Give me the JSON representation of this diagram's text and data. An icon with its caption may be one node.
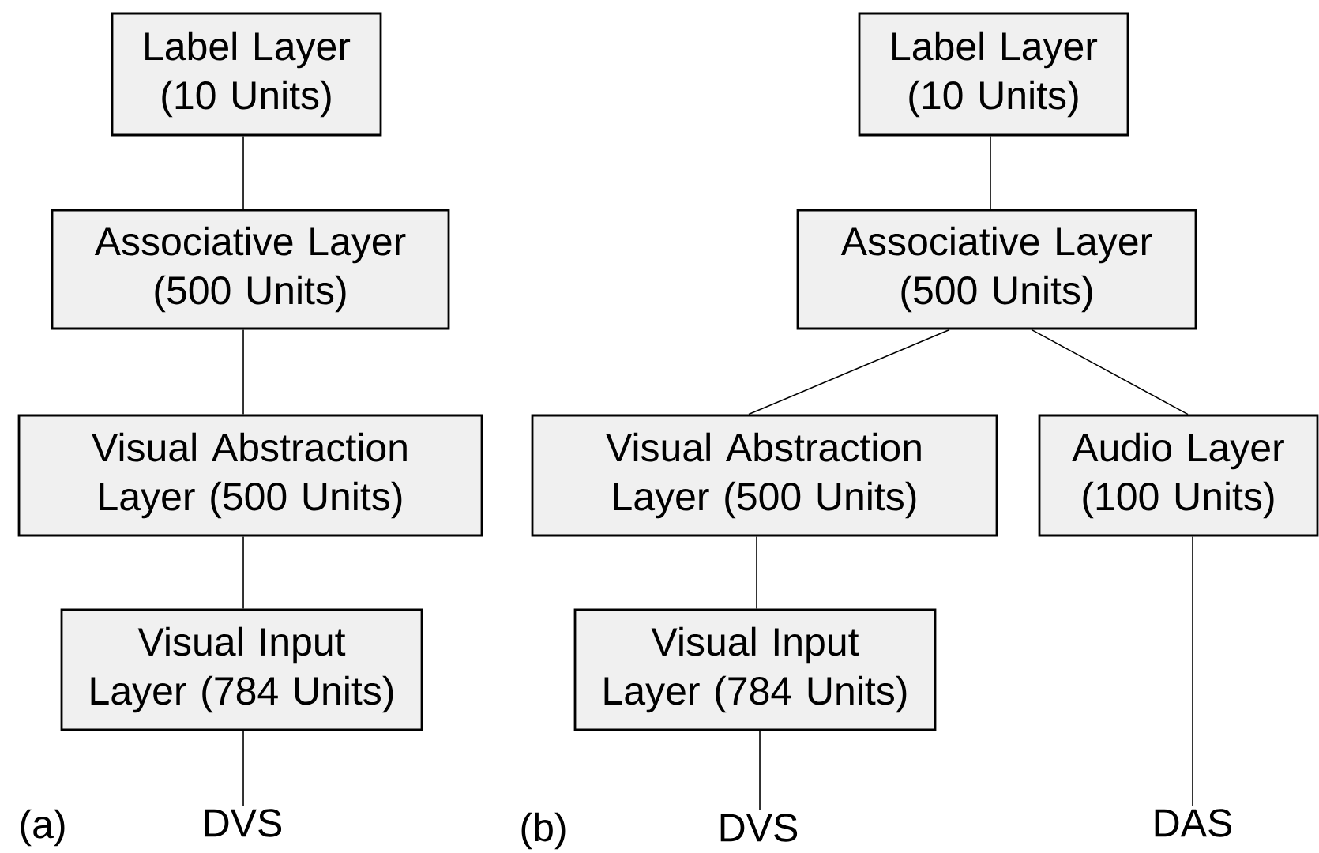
{
  "diagram": {
    "nodes": [
      {
        "text": [
          "Label Layer (10 Units)"
        ]
      },
      {
        "text": [
          "Associative Layer (500 Units)"
        ]
      },
      {
        "text": [
          "Visual Abstraction Layer (500 Units)"
        ]
      },
      {
        "text": [
          "Visual Input Layer (784 Units)"
        ]
      },
      {
        "text": [
          "DVS"
        ]
      },
      {
        "text": [
          "Label Layer (10 Units)"
        ]
      },
      {
        "text": [
          "Associative Layer (500 Units)"
        ]
      },
      {
        "text": [
          "Visual Abstraction Layer (500 Units)"
        ]
      },
      {
        "text": [
          "Audio Layer (100 Units)"
        ]
      },
      {
        "text": [
          "Visual Input Layer (784 Units)"
        ]
      },
      {
        "text": [
          "DVS"
        ]
      },
      {
        "text": [
          "DAS"
        ]
      }
    ],
    "edges": [
      {
        "from": 0,
        "to": 1,
        "arrow": "none"
      },
      {
        "from": 1,
        "to": 2,
        "arrow": "none"
      },
      {
        "from": 2,
        "to": 3,
        "arrow": "none"
      },
      {
        "from": 3,
        "to": 4,
        "arrow": "none"
      },
      {
        "from": 5,
        "to": 6,
        "arrow": "none"
      },
      {
        "from": 6,
        "to": 7,
        "arrow": "none"
      },
      {
        "from": 6,
        "to": 8,
        "arrow": "none"
      },
      {
        "from": 7,
        "to": 9,
        "arrow": "none"
      },
      {
        "from": 9,
        "to": 10,
        "arrow": "none"
      },
      {
        "from": 8,
        "to": 11,
        "arrow": "none"
      }
    ],
    "labels": [
      "(a)",
      "(b)"
    ]
  }
}
